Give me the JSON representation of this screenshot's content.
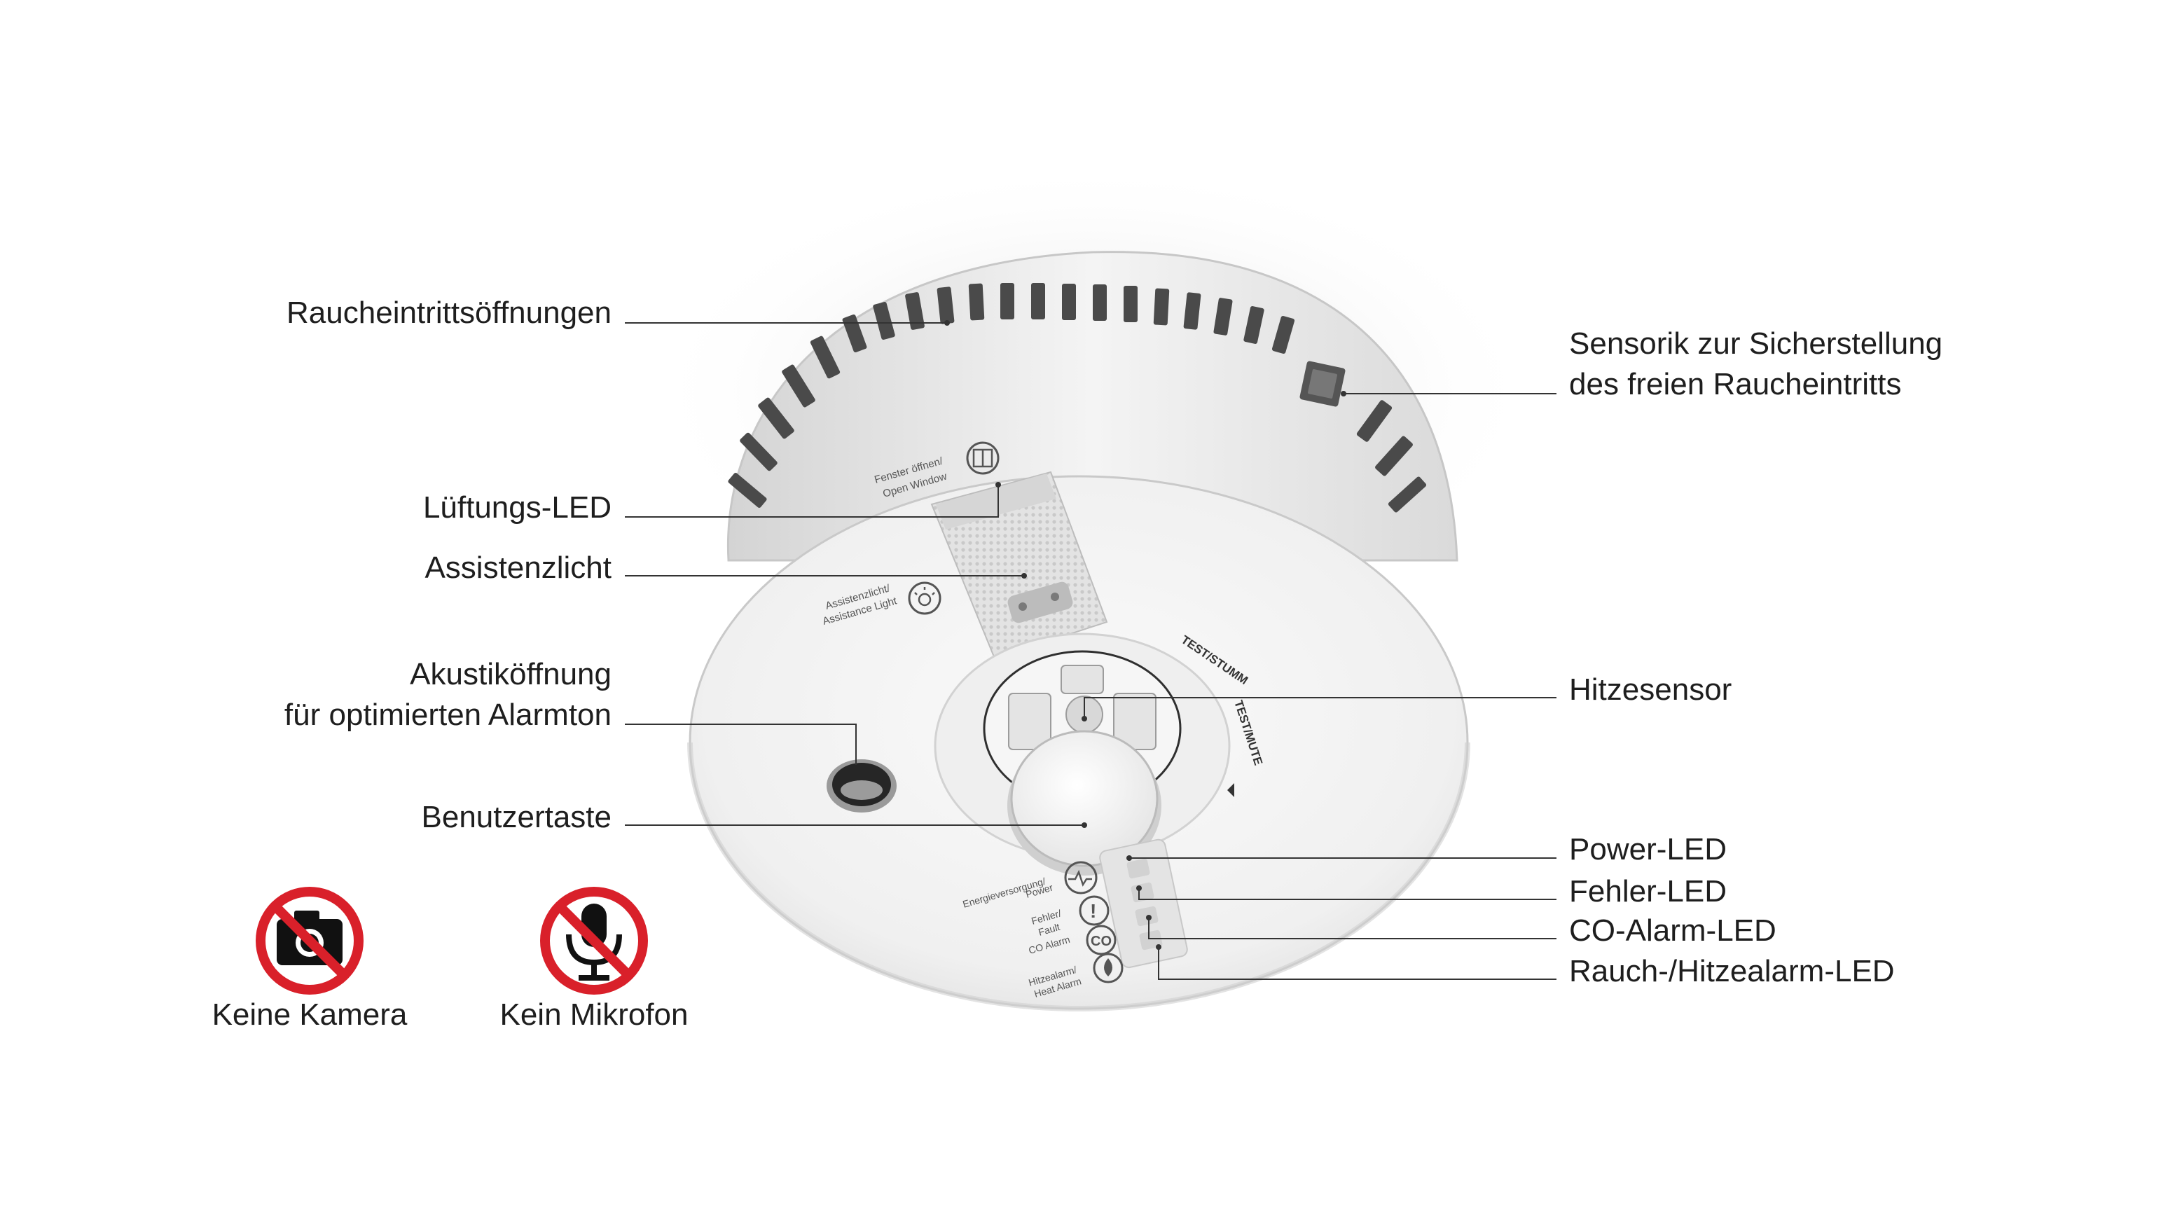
{
  "callouts_left": [
    {
      "id": "smoke-inlet",
      "lines": [
        "Raucheintrittsöffnungen"
      ]
    },
    {
      "id": "ventilation-led",
      "lines": [
        "Lüftungs-LED"
      ]
    },
    {
      "id": "assistance-light",
      "lines": [
        "Assistenzlicht"
      ]
    },
    {
      "id": "acoustic-opening",
      "lines": [
        "Akustiköffnung",
        "für optimierten Alarmton"
      ]
    },
    {
      "id": "user-button",
      "lines": [
        "Benutzertaste"
      ]
    }
  ],
  "callouts_right": [
    {
      "id": "sensor-check",
      "lines": [
        "Sensorik zur Sicherstellung",
        "des freien Raucheintritts"
      ]
    },
    {
      "id": "heat-sensor",
      "lines": [
        "Hitzesensor"
      ]
    },
    {
      "id": "power-led",
      "lines": [
        "Power-LED"
      ]
    },
    {
      "id": "fault-led",
      "lines": [
        "Fehler-LED"
      ]
    },
    {
      "id": "co-alarm-led",
      "lines": [
        "CO-Alarm-LED"
      ]
    },
    {
      "id": "smoke-heat-alarm-led",
      "lines": [
        "Rauch-/Hitzealarm-LED"
      ]
    }
  ],
  "badges": [
    {
      "id": "no-camera",
      "label": "Keine Kamera",
      "icon": "no-camera-icon",
      "color": "#d9202a"
    },
    {
      "id": "no-microphone",
      "label": "Kein Mikrofon",
      "icon": "no-microphone-icon",
      "color": "#d9202a"
    }
  ],
  "device_print": {
    "window_line1": "Fenster öffnen/",
    "window_line2": "Open Window",
    "assist_line1": "Assistenzlicht/",
    "assist_line2": "Assistance Light",
    "test_de": "TEST/STUMM",
    "test_en": "TEST/MUTE",
    "power_line1": "Energieversorgung/",
    "power_line2": "Power",
    "fault_line1": "Fehler/",
    "fault_line2": "Fault",
    "co_label": "CO Alarm",
    "co_badge": "CO",
    "fault_badge": "!",
    "heat_line1": "Hitzealarm/",
    "heat_line2": "Heat Alarm"
  },
  "colors": {
    "prohibit_red": "#d9202a",
    "leader_line": "#333333",
    "device_body": "#f2f2f2"
  }
}
